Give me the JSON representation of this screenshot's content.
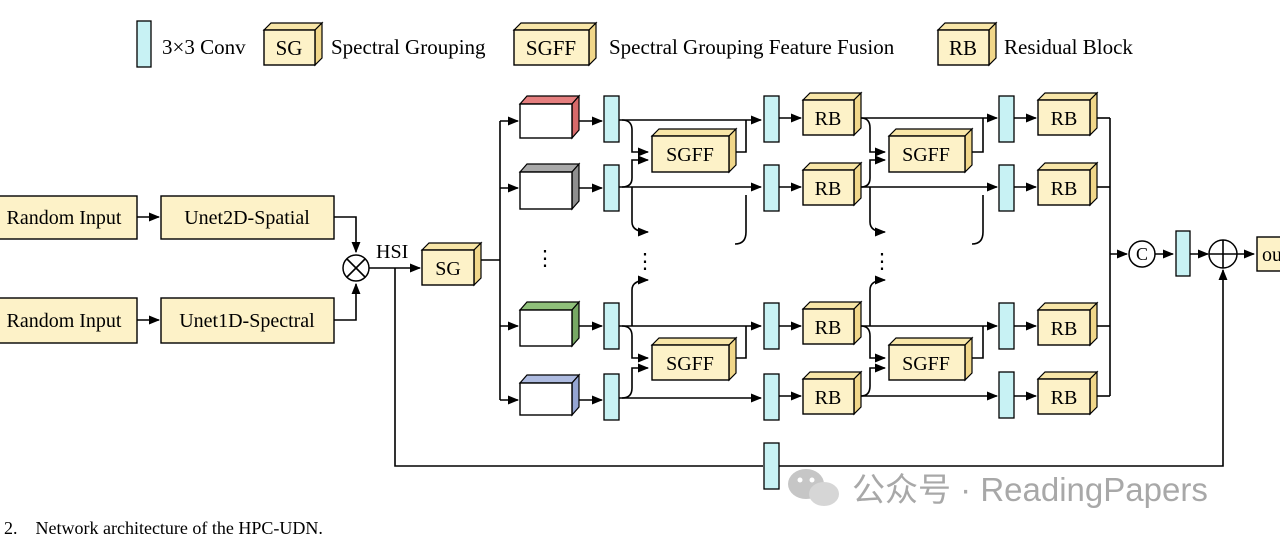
{
  "legend": {
    "conv_label": "3×3 Conv",
    "sg_abbr": "SG",
    "sg_label": "Spectral Grouping",
    "sgff_abbr": "SGFF",
    "sgff_label": "Spectral Grouping Feature Fusion",
    "rb_abbr": "RB",
    "rb_label": "Residual Block"
  },
  "inputs": {
    "random_input_1": "Random  Input",
    "random_input_2": "Random  Input",
    "unet2d": "Unet2D-Spatial",
    "unet1d": "Unet1D-Spectral"
  },
  "nodes": {
    "hsi_label": "HSI",
    "sg": "SG",
    "sgff": "SGFF",
    "rb": "RB",
    "concat": "C",
    "output_partial": "ou",
    "ellipsis": "⋮"
  },
  "colors": {
    "group_1": "#e57f7f",
    "group_2": "#a9a9a9",
    "group_3": "#8fc07a",
    "group_4": "#aebbe0",
    "conv_fill": "#c8f2f4",
    "block_fill": "#fdf2c8"
  },
  "caption": "2.    Network architecture of the HPC-UDN.",
  "watermark": "公众号 · ReadingPapers"
}
